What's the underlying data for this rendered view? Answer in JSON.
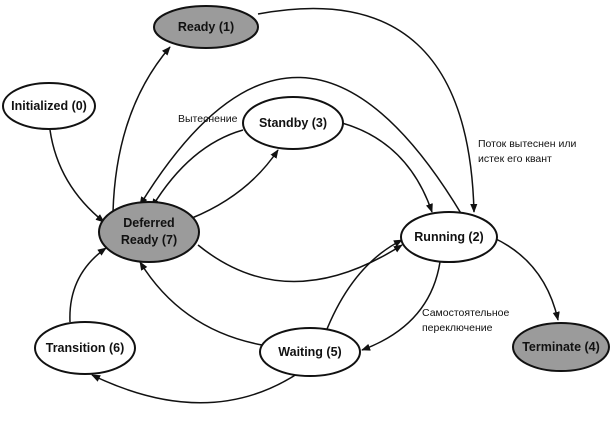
{
  "states": {
    "ready": "Ready (1)",
    "initialized": "Initialized (0)",
    "standby": "Standby (3)",
    "deferred_ready_1": "Deferred",
    "deferred_ready_2": "Ready (7)",
    "running": "Running (2)",
    "transition": "Transition (6)",
    "waiting": "Waiting (5)",
    "terminate": "Terminate (4)"
  },
  "annotations": {
    "preemption": "Вытеснение",
    "preempted_1": "Поток вытеснен или",
    "preempted_2": "истек его квант",
    "voluntary_1": "Самостоятельное",
    "voluntary_2": "переключение"
  },
  "colors": {
    "shaded_state": "#9b9b9b",
    "plain_state": "#ffffff",
    "stroke": "#111111"
  }
}
